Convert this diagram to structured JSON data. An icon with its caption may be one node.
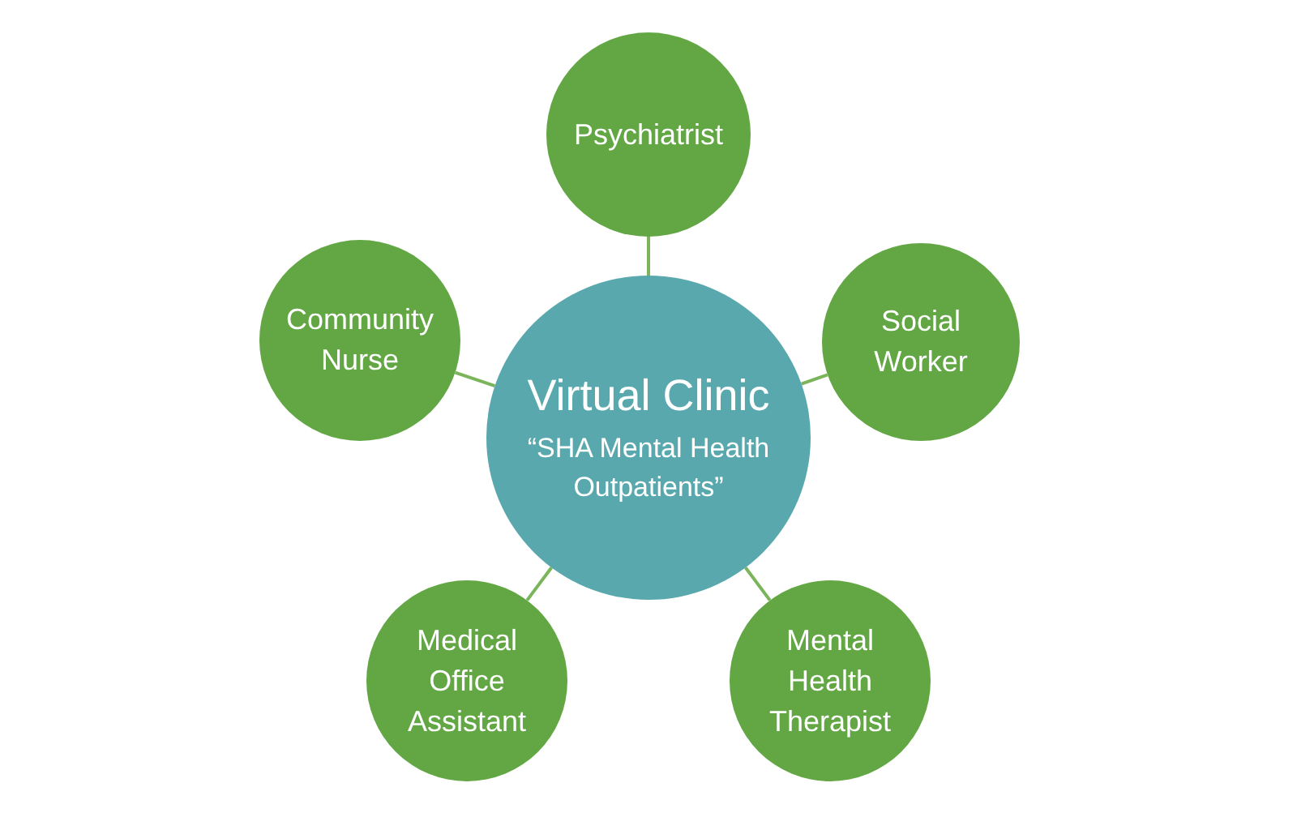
{
  "diagram": {
    "nodes": [
      {
        "text": [
          "Virtual Clinic",
          "“SHA Mental Health Outpatients”"
        ]
      },
      {
        "text": [
          "Psychiatrist"
        ]
      },
      {
        "text": [
          "Community Nurse"
        ]
      },
      {
        "text": [
          "Social Worker"
        ]
      },
      {
        "text": [
          "Medical Office Assistant"
        ]
      },
      {
        "text": [
          "Mental Health Therapist"
        ]
      }
    ],
    "edges": [
      {
        "from": 0,
        "to": 1,
        "arrow": "none"
      },
      {
        "from": 0,
        "to": 2,
        "arrow": "none"
      },
      {
        "from": 0,
        "to": 3,
        "arrow": "none"
      },
      {
        "from": 0,
        "to": 4,
        "arrow": "none"
      },
      {
        "from": 0,
        "to": 5,
        "arrow": "none"
      }
    ]
  }
}
